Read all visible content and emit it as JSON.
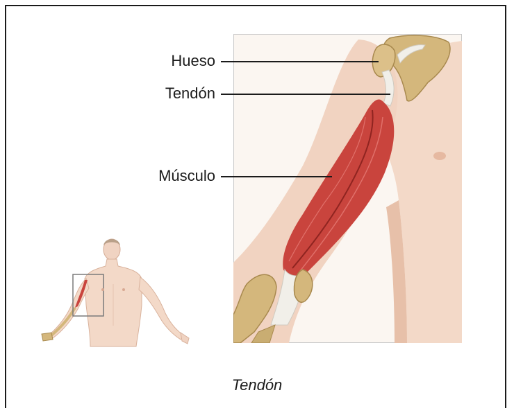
{
  "labels": {
    "bone": "Hueso",
    "tendon": "Tendón",
    "muscle": "Músculo"
  },
  "caption": "Tendón",
  "colors": {
    "frame": "#1a1a1a",
    "panel_border": "#c8c8c8",
    "panel_bg": "#fbf6f1",
    "skin": "#f3d9c8",
    "skin_shadow": "#e7c0a9",
    "muscle": "#c9443d",
    "muscle_dark": "#8f2420",
    "tendon": "#f1efe9",
    "bone": "#d4b77c",
    "bone_dark": "#a8894e"
  }
}
